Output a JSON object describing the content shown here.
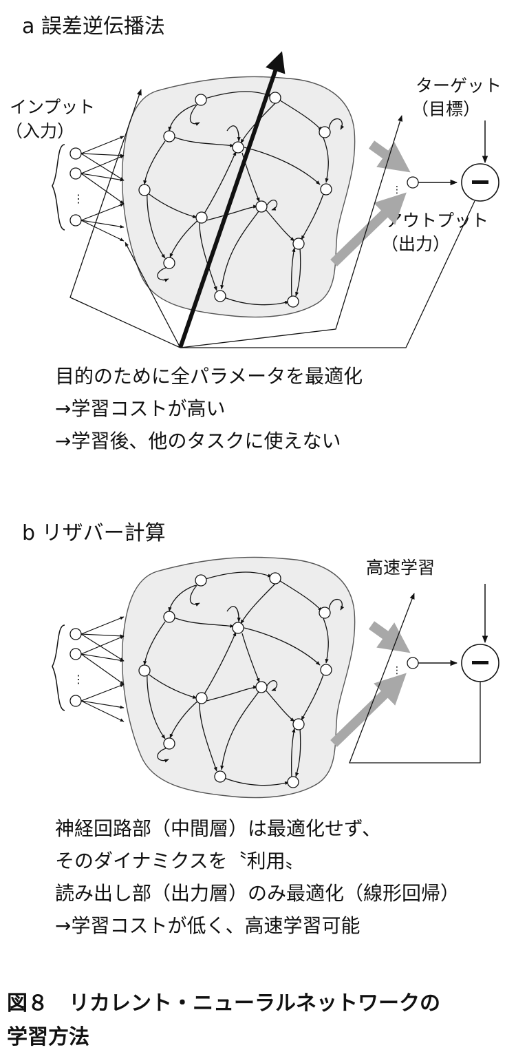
{
  "panel_a": {
    "title": "a 誤差逆伝播法",
    "input_label": "インプット",
    "input_label_sub": "（入力）",
    "target_label": "ターゲット",
    "target_label_sub": "（目標）",
    "output_label": "アウトプット",
    "output_label_sub": "（出力）",
    "minus": "−",
    "notes": [
      "目的のために全パラメータを最適化",
      "→学習コストが高い",
      "→学習後、他のタスクに使えない"
    ]
  },
  "panel_b": {
    "title": "b リザバー計算",
    "fast_learning_label": "高速学習",
    "minus": "−",
    "notes": [
      "神経回路部（中間層）は最適化せず、",
      "そのダイナミクスを〝利用〟",
      "読み出し部（出力層）のみ最適化（線形回帰）",
      "→学習コストが低く、高速学習可能"
    ]
  },
  "caption": {
    "line1": "図８　リカレント・ニューラルネットワークの",
    "line2": "学習方法"
  },
  "colors": {
    "blob_fill": "#ededed",
    "blob_stroke": "#555555",
    "gray_arrow": "#a8a8a8",
    "line": "#111111"
  }
}
